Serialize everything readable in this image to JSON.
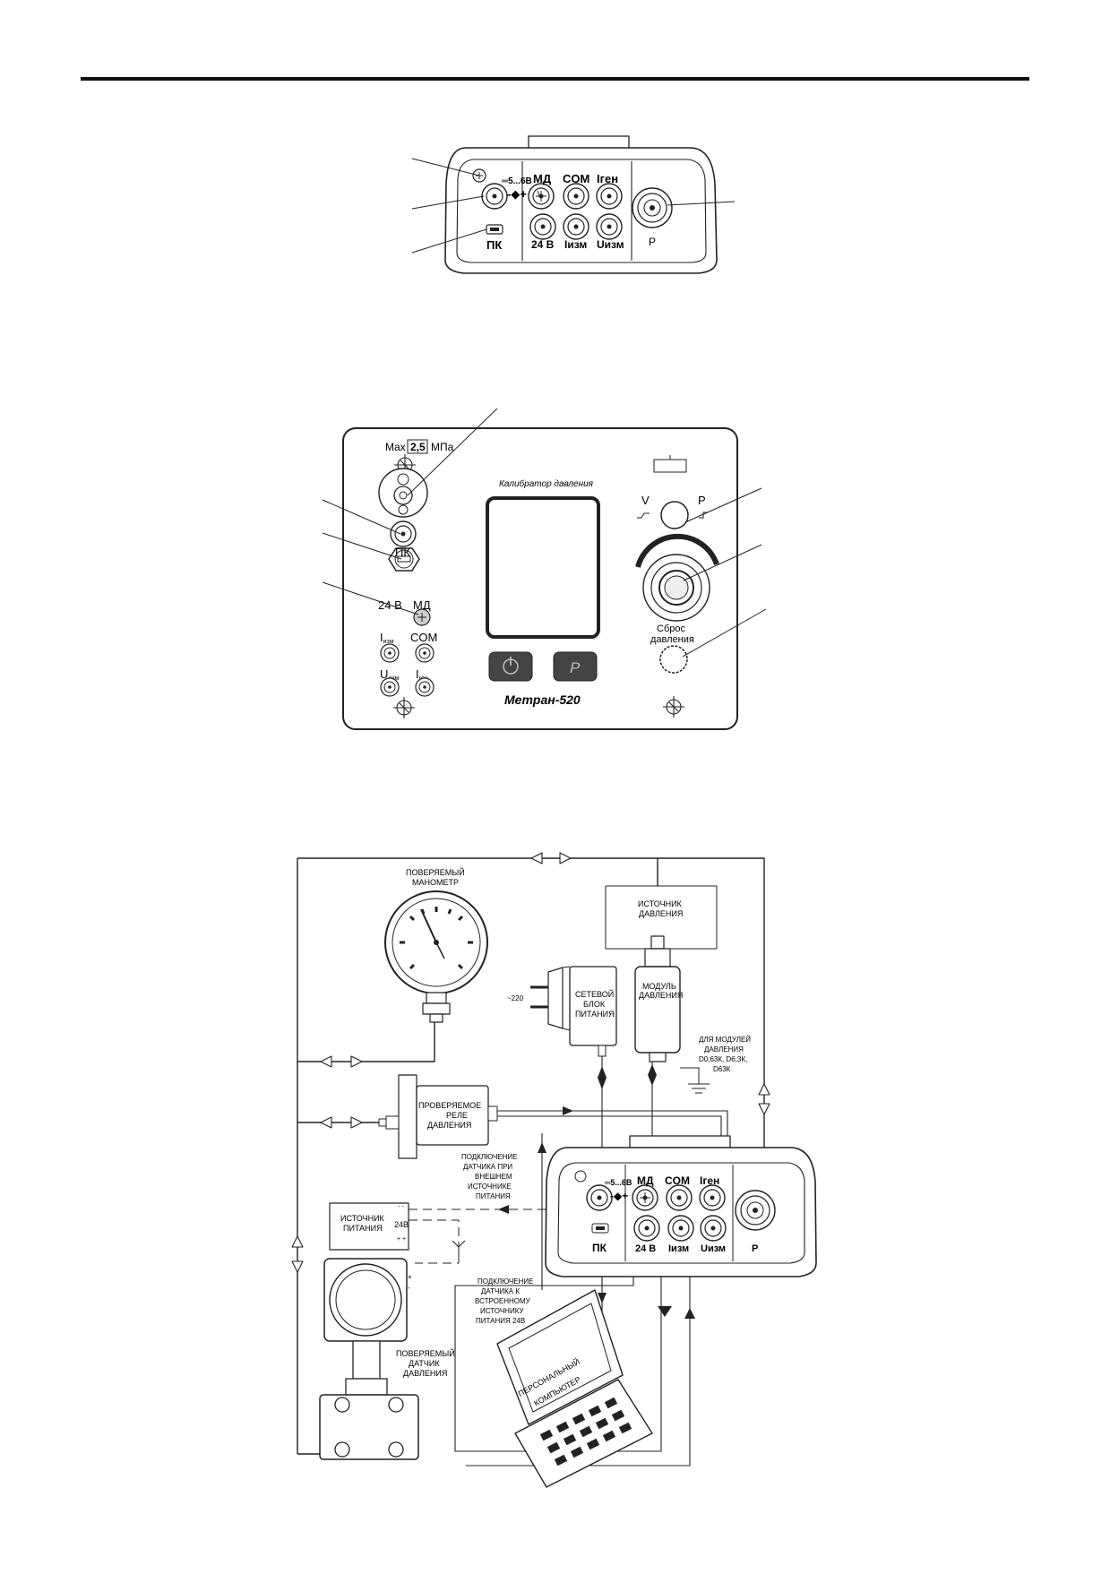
{
  "fig1": {
    "label_mains": "═5...6В",
    "label_md": "МД",
    "label_com": "COM",
    "label_igen": "Iген",
    "label_24v": "24 В",
    "label_iizm": "Iизм",
    "label_uizm": "Uизм",
    "label_pk": "ПК",
    "label_p": "P"
  },
  "fig2": {
    "max_prefix": "Max",
    "max_value": "2,5",
    "max_unit": "МПа",
    "title": "Калибратор давления",
    "label_pk": "ПК",
    "label_24v": "24 В",
    "label_md": "МД",
    "label_com": "COM",
    "label_i": "I",
    "label_i_sub": "изм",
    "label_u": "U",
    "label_u_sub": "изм",
    "label_ig": "I",
    "label_ig_sub": "ген",
    "label_v": "V",
    "label_pv": "P",
    "reset_line1": "Сброс",
    "reset_line2": "давления",
    "p_button": "P",
    "model": "Метран-520"
  },
  "fig3": {
    "gauge_line1": "ПОВЕРЯЕМЫЙ",
    "gauge_line2": "МАНОМЕТР",
    "source_line1": "ИСТОЧНИК",
    "source_line2": "ДАВЛЕНИЯ",
    "mains_voltage": "~220",
    "psu_line1": "СЕТЕВОЙ",
    "psu_line2": "БЛОК",
    "psu_line3": "ПИТАНИЯ",
    "module_line1": "МОДУЛЬ",
    "module_line2": "ДАВЛЕНИЯ",
    "modules_line1": "ДЛЯ МОДУЛЕЙ",
    "modules_line2": "ДАВЛЕНИЯ",
    "modules_line3": "D0,63К, D6,3К,",
    "modules_line4": "D63К",
    "relay_line1": "ПРОВЕРЯЕМОЕ",
    "relay_line2": "РЕЛЕ",
    "relay_line3": "ДАВЛЕНИЯ",
    "ext_line1": "ПОДКЛЮЧЕНИЕ",
    "ext_line2": "ДАТЧИКА ПРИ",
    "ext_line3": "ВНЕШНЕМ",
    "ext_line4": "ИСТОЧНИКЕ",
    "ext_line5": "ПИТАНИЯ",
    "ps_line1": "ИСТОЧНИК",
    "ps_line2": "ПИТАНИЯ",
    "ps_24": "24В",
    "ps_minus": "- -",
    "ps_plus": "+ +",
    "int_line1": "ПОДКЛЮЧЕНИЕ",
    "int_line2": "ДАТЧИКА К",
    "int_line3": "ВСТРОЕННОМУ",
    "int_line4": "ИСТОЧНИКУ",
    "int_line5": "ПИТАНИЯ 24В",
    "sensor_line1": "ПОВЕРЯЕМЫЙ",
    "sensor_line2": "ДАТЧИК",
    "sensor_line3": "ДАВЛЕНИЯ",
    "pc_line1": "ПЕРСОНАЛЬНЫЙ",
    "pc_line2": "КОМПЬЮТЕР",
    "plus": "+",
    "minus": "-",
    "dev_mains": "═5...6В",
    "dev_md": "МД",
    "dev_com": "COM",
    "dev_igen": "Iген",
    "dev_pk": "ПК",
    "dev_24v": "24 В",
    "dev_iizm": "Iизм",
    "dev_uizm": "Uизм",
    "dev_p": "P"
  }
}
